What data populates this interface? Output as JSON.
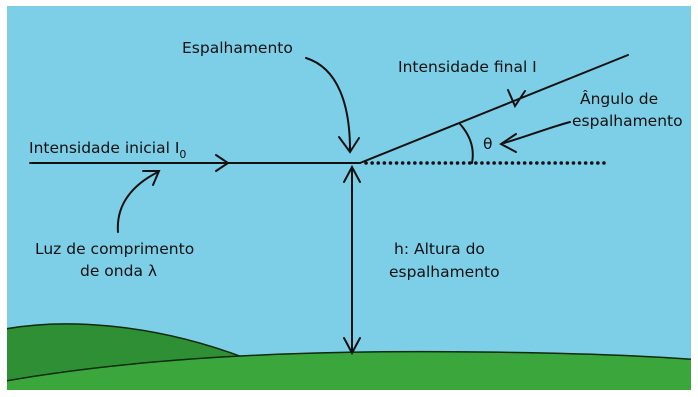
{
  "colors": {
    "sky": "#7dcfe8",
    "hill_front": "#3aa63c",
    "hill_back": "#2f8f35",
    "ink": "#111111",
    "frame": "#ffffff"
  },
  "labels": {
    "scattering": "Espalhamento",
    "initial_intensity_main": "Intensidade inicial I",
    "initial_intensity_sub": "0",
    "final_intensity": "Intensidade final I",
    "scattering_angle_line1": "Ângulo de",
    "scattering_angle_line2": "espalhamento",
    "theta": "θ",
    "light_line1": "Luz de comprimento",
    "light_line2": "de onda λ",
    "height_line1": "h: Altura do",
    "height_line2": "espalhamento"
  }
}
